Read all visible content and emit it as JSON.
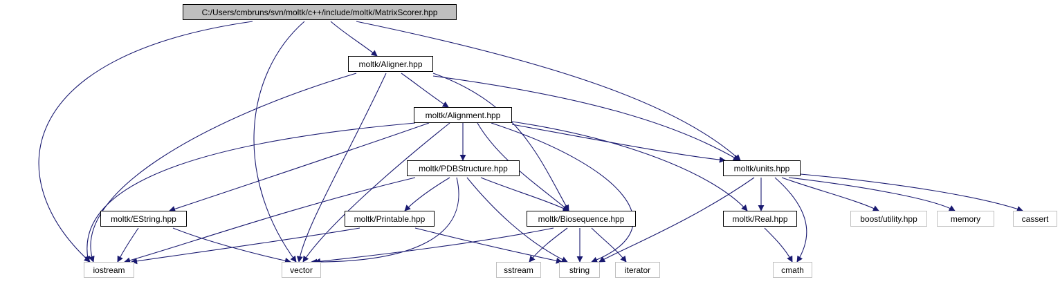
{
  "title": "C:/Users/cmbruns/svn/moltk/c++/include/moltk/MatrixScorer.hpp",
  "colors": {
    "edge": "#191970",
    "root_fill": "#bfbfbf",
    "node_border": "#000000",
    "external_border": "#bfbfbf"
  },
  "nodes": [
    {
      "id": "root",
      "label": "C:/Users/cmbruns/svn/moltk/c++/include/moltk/MatrixScorer.hpp",
      "kind": "root"
    },
    {
      "id": "aligner",
      "label": "moltk/Aligner.hpp",
      "kind": "internal"
    },
    {
      "id": "alignment",
      "label": "moltk/Alignment.hpp",
      "kind": "internal"
    },
    {
      "id": "pdb",
      "label": "moltk/PDBStructure.hpp",
      "kind": "internal"
    },
    {
      "id": "units",
      "label": "moltk/units.hpp",
      "kind": "internal"
    },
    {
      "id": "estring",
      "label": "moltk/EString.hpp",
      "kind": "internal"
    },
    {
      "id": "printable",
      "label": "moltk/Printable.hpp",
      "kind": "internal"
    },
    {
      "id": "bioseq",
      "label": "moltk/Biosequence.hpp",
      "kind": "internal"
    },
    {
      "id": "real",
      "label": "moltk/Real.hpp",
      "kind": "internal"
    },
    {
      "id": "boost",
      "label": "boost/utility.hpp",
      "kind": "external"
    },
    {
      "id": "memory",
      "label": "memory",
      "kind": "external"
    },
    {
      "id": "cassert",
      "label": "cassert",
      "kind": "external"
    },
    {
      "id": "iostream",
      "label": "iostream",
      "kind": "external"
    },
    {
      "id": "vector",
      "label": "vector",
      "kind": "external"
    },
    {
      "id": "sstream",
      "label": "sstream",
      "kind": "external"
    },
    {
      "id": "string",
      "label": "string",
      "kind": "external"
    },
    {
      "id": "iterator",
      "label": "iterator",
      "kind": "external"
    },
    {
      "id": "cmath",
      "label": "cmath",
      "kind": "external"
    }
  ],
  "edges": [
    {
      "from": "root",
      "to": "iostream"
    },
    {
      "from": "root",
      "to": "vector"
    },
    {
      "from": "root",
      "to": "aligner"
    },
    {
      "from": "root",
      "to": "units"
    },
    {
      "from": "aligner",
      "to": "iostream"
    },
    {
      "from": "aligner",
      "to": "vector"
    },
    {
      "from": "aligner",
      "to": "alignment"
    },
    {
      "from": "aligner",
      "to": "bioseq"
    },
    {
      "from": "aligner",
      "to": "units"
    },
    {
      "from": "alignment",
      "to": "iostream"
    },
    {
      "from": "alignment",
      "to": "estring"
    },
    {
      "from": "alignment",
      "to": "vector"
    },
    {
      "from": "alignment",
      "to": "pdb"
    },
    {
      "from": "alignment",
      "to": "bioseq"
    },
    {
      "from": "alignment",
      "to": "string"
    },
    {
      "from": "alignment",
      "to": "units"
    },
    {
      "from": "alignment",
      "to": "real"
    },
    {
      "from": "pdb",
      "to": "iostream"
    },
    {
      "from": "pdb",
      "to": "printable"
    },
    {
      "from": "pdb",
      "to": "vector"
    },
    {
      "from": "pdb",
      "to": "string"
    },
    {
      "from": "pdb",
      "to": "bioseq"
    },
    {
      "from": "estring",
      "to": "iostream"
    },
    {
      "from": "estring",
      "to": "vector"
    },
    {
      "from": "printable",
      "to": "iostream"
    },
    {
      "from": "printable",
      "to": "string"
    },
    {
      "from": "bioseq",
      "to": "vector"
    },
    {
      "from": "bioseq",
      "to": "sstream"
    },
    {
      "from": "bioseq",
      "to": "string"
    },
    {
      "from": "bioseq",
      "to": "iterator"
    },
    {
      "from": "units",
      "to": "string"
    },
    {
      "from": "units",
      "to": "real"
    },
    {
      "from": "units",
      "to": "cmath"
    },
    {
      "from": "units",
      "to": "boost"
    },
    {
      "from": "units",
      "to": "memory"
    },
    {
      "from": "units",
      "to": "cassert"
    },
    {
      "from": "real",
      "to": "cmath"
    }
  ]
}
